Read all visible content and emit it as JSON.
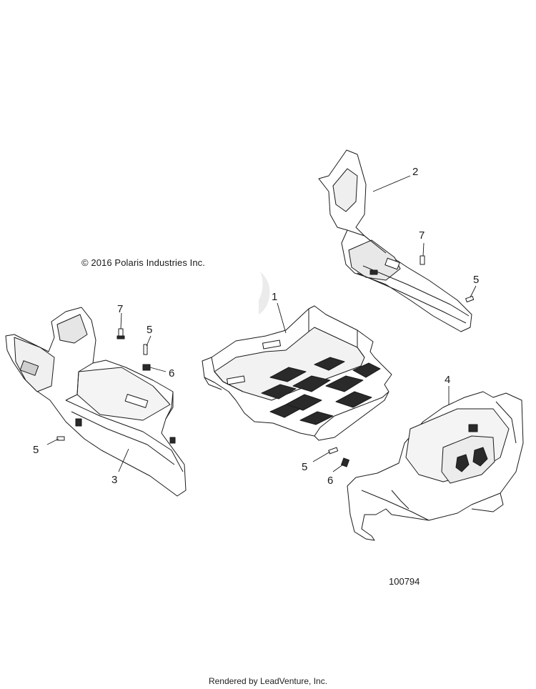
{
  "copyright": "© 2016 Polaris Industries Inc.",
  "figure_number": "100794",
  "footer": "Rendered by LeadVenture, Inc.",
  "callouts": {
    "c1": "1",
    "c2": "2",
    "c3": "3",
    "c4": "4",
    "c5a": "5",
    "c5b": "5",
    "c5c": "5",
    "c6a": "6",
    "c6b": "6",
    "c7a": "7",
    "c7b": "7"
  },
  "colors": {
    "line": "#1a1a1a",
    "fill": "#ffffff",
    "shade": "#cfcfcf",
    "dark": "#2a2a2a"
  }
}
